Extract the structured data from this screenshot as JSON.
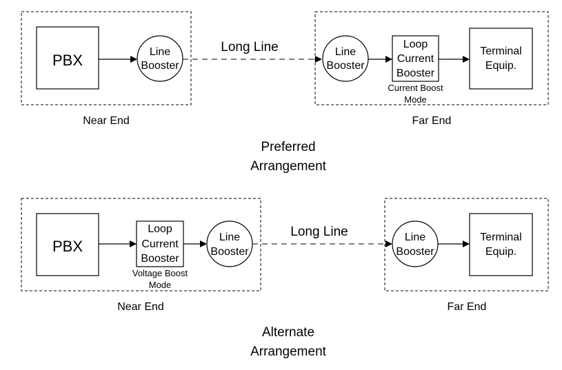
{
  "preferred": {
    "near_end_label": "Near End",
    "far_end_label": "Far End",
    "pbx": "PBX",
    "near_booster_line1": "Line",
    "near_booster_line2": "Booster",
    "long_line": "Long Line",
    "far_booster_line1": "Line",
    "far_booster_line2": "Booster",
    "loop_line1": "Loop",
    "loop_line2": "Current",
    "loop_line3": "Booster",
    "loop_mode_line1": "Current Boost",
    "loop_mode_line2": "Mode",
    "terminal_line1": "Terminal",
    "terminal_line2": "Equip.",
    "title_line1": "Preferred",
    "title_line2": "Arrangement"
  },
  "alternate": {
    "near_end_label": "Near End",
    "far_end_label": "Far End",
    "pbx": "PBX",
    "loop_line1": "Loop",
    "loop_line2": "Current",
    "loop_line3": "Booster",
    "loop_mode_line1": "Voltage Boost",
    "loop_mode_line2": "Mode",
    "near_booster_line1": "Line",
    "near_booster_line2": "Booster",
    "long_line": "Long Line",
    "far_booster_line1": "Line",
    "far_booster_line2": "Booster",
    "terminal_line1": "Terminal",
    "terminal_line2": "Equip.",
    "title_line1": "Alternate",
    "title_line2": "Arrangement"
  }
}
